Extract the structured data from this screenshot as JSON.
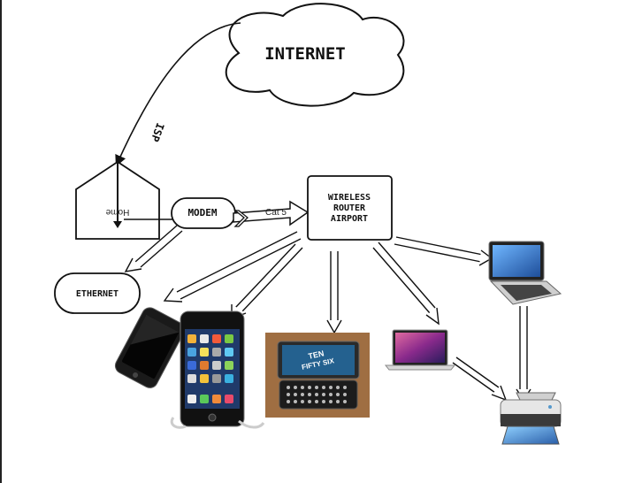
{
  "nodes": {
    "internet": "INTERNET",
    "isp": "ISP",
    "home": "Home",
    "modem": "MODEM",
    "cat5": "Cat 5",
    "router_line1": "WIRELESS",
    "router_line2": "ROUTER",
    "router_line3": "AIRPORT",
    "ethernet": "ETHERNET"
  },
  "device_screen_text": {
    "tablet_line1": "TEN",
    "tablet_line2": "FIFTY SIX"
  },
  "colors": {
    "line": "#111111",
    "iphone_body": "#1a1a1a",
    "laptop_screen": "#3a78c8",
    "macbook_screen": "#b8306a"
  },
  "icons": {
    "phone": "iphone-icon",
    "ipod": "ipod-touch-icon",
    "slider_phone": "slider-phone-icon",
    "macbook": "macbook-icon",
    "netbook": "netbook-laptop-icon",
    "printer": "printer-icon"
  }
}
